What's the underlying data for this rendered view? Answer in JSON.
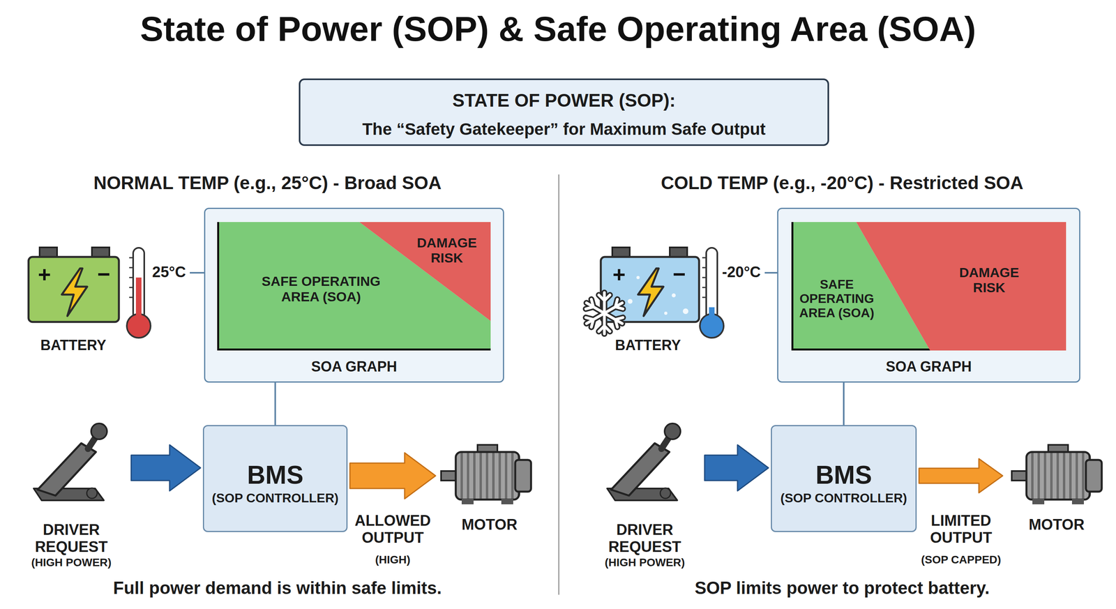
{
  "diagram": {
    "title": "State of Power (SOP) & Safe Operating Area (SOA)",
    "nodes": [
      {
        "text": [
          "STATE OF POWER (SOP):",
          "The “Safety Gatekeeper” for Maximum Safe Output"
        ]
      },
      {
        "text": [
          "BATTERY"
        ]
      },
      {
        "text": [
          "25°C"
        ]
      },
      {
        "text": [
          "SOA GRAPH"
        ]
      },
      {
        "text": [
          "SAFE OPERATING AREA (SOA)"
        ],
        "in": 3
      },
      {
        "text": [
          "DAMAGE RISK"
        ],
        "in": 3
      },
      {
        "text": [
          "DRIVER REQUEST",
          "(HIGH POWER)"
        ]
      },
      {
        "text": [
          "BMS",
          "(SOP CONTROLLER)"
        ]
      },
      {
        "text": [
          "MOTOR"
        ]
      },
      {
        "text": [
          "BATTERY"
        ]
      },
      {
        "text": [
          "-20°C"
        ]
      },
      {
        "text": [
          "SOA GRAPH"
        ]
      },
      {
        "text": [
          "SAFE OPERATING AREA (SOA)"
        ],
        "in": 11
      },
      {
        "text": [
          "DAMAGE RISK"
        ],
        "in": 11
      },
      {
        "text": [
          "DRIVER REQUEST",
          "(HIGH POWER)"
        ]
      },
      {
        "text": [
          "BMS",
          "(SOP CONTROLLER)"
        ]
      },
      {
        "text": [
          "MOTOR"
        ]
      }
    ],
    "edges": [
      {
        "from": 2,
        "to": 3,
        "arrow": "none"
      },
      {
        "from": 3,
        "to": 7,
        "arrow": "none"
      },
      {
        "from": 6,
        "to": 7,
        "arrow": "to"
      },
      {
        "from": 7,
        "to": 8,
        "arrow": "to",
        "label": "ALLOWED OUTPUT"
      },
      {
        "from": 10,
        "to": 11,
        "arrow": "none"
      },
      {
        "from": 11,
        "to": 15,
        "arrow": "none"
      },
      {
        "from": 14,
        "to": 15,
        "arrow": "to"
      },
      {
        "from": 15,
        "to": 16,
        "arrow": "to",
        "label": "LIMITED OUTPUT"
      }
    ],
    "labels": [
      "NORMAL TEMP (e.g., 25°C) - Broad SOA",
      "COLD TEMP (e.g., -20°C) - Restricted SOA",
      "+",
      "−",
      "+",
      "−",
      "(HIGH)",
      "(SOP CAPPED)",
      "Full power demand is within safe limits.",
      "SOP limits power to protect battery."
    ]
  }
}
